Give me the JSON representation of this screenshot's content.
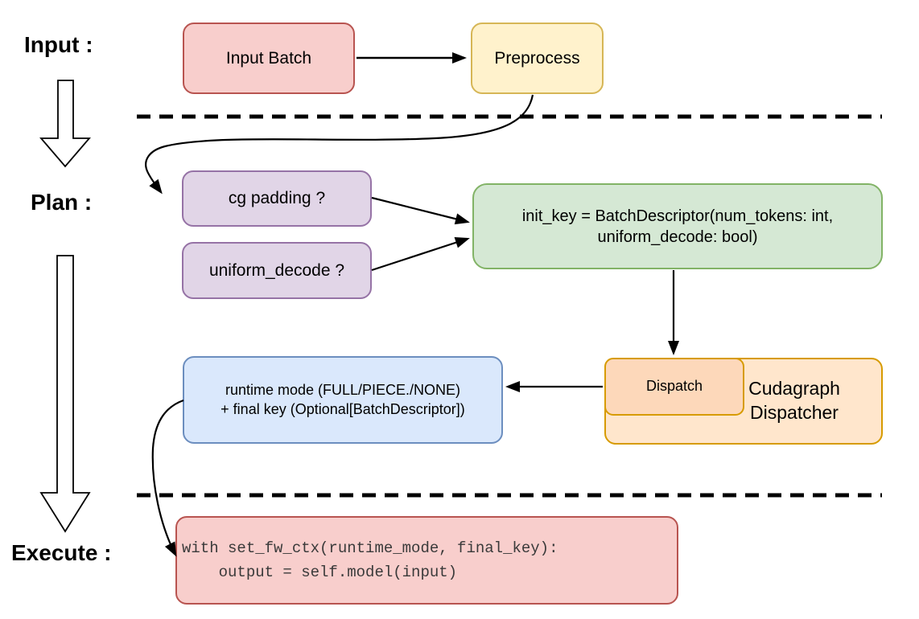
{
  "diagram": {
    "stage_labels": {
      "input": "Input :",
      "plan": "Plan :",
      "execute": "Execute :"
    },
    "nodes": {
      "input_batch": "Input Batch",
      "preprocess": "Preprocess",
      "cg_padding": "cg padding ?",
      "uniform_decode": "uniform_decode ?",
      "init_key_line1": "init_key = BatchDescriptor(num_tokens: int,",
      "init_key_line2": "uniform_decode: bool)",
      "dispatch": "Dispatch",
      "cudagraph_dispatcher": "Cudagraph Dispatcher",
      "runtime_line1": "runtime mode (FULL/PIECE./NONE)",
      "runtime_line2": "+ final key (Optional[BatchDescriptor])",
      "code_line1": "with set_fw_ctx(runtime_mode, final_key):",
      "code_line2": "    output = self.model(input)"
    },
    "colors": {
      "red_fill": "#f8cecc",
      "red_stroke": "#b85450",
      "yellow_fill": "#fff2cc",
      "yellow_stroke": "#d6b656",
      "purple_fill": "#e1d5e7",
      "purple_stroke": "#9673a6",
      "green_fill": "#d5e8d4",
      "green_stroke": "#82b366",
      "orange_fill": "#ffe6cc",
      "orange_inner_fill": "#fdd8ba",
      "orange_stroke": "#d79b00",
      "blue_fill": "#dae8fc",
      "blue_stroke": "#6c8ebf",
      "line_color": "#000000"
    }
  }
}
